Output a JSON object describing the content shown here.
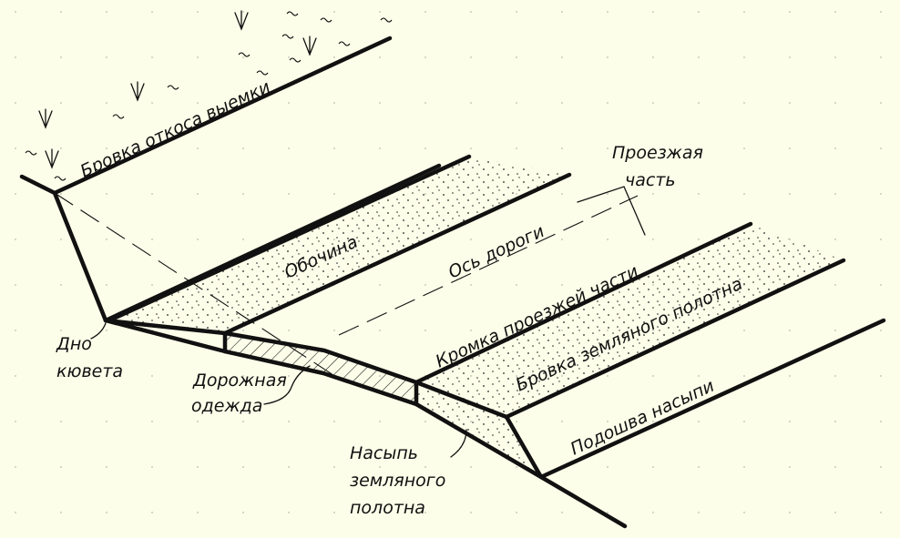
{
  "labels": {
    "cut_slope_edge": "Бровка откоса выемки",
    "carriageway_line1": "Проезжая",
    "carriageway_line2": "часть",
    "shoulder": "Обочина",
    "road_axis": "Ось дороги",
    "carriageway_edge": "Кромка проезжей части",
    "subgrade_edge": "Бровка земляного полотна",
    "embankment_toe": "Подошва насыпи",
    "ditch_bottom_line1": "Дно",
    "ditch_bottom_line2": "кювета",
    "pavement_line1": "Дорожная",
    "pavement_line2": "одежда",
    "embankment_line1": "Насыпь",
    "embankment_line2": "земляного",
    "embankment_line3": "полотна"
  },
  "colors": {
    "background": "#fdfee9",
    "ink": "#111111",
    "grid_dot": "#b9bdb0"
  },
  "symbols": {
    "vegetation": "grass-arrow-icon",
    "soil_texture": "wave-tilde-icon"
  }
}
